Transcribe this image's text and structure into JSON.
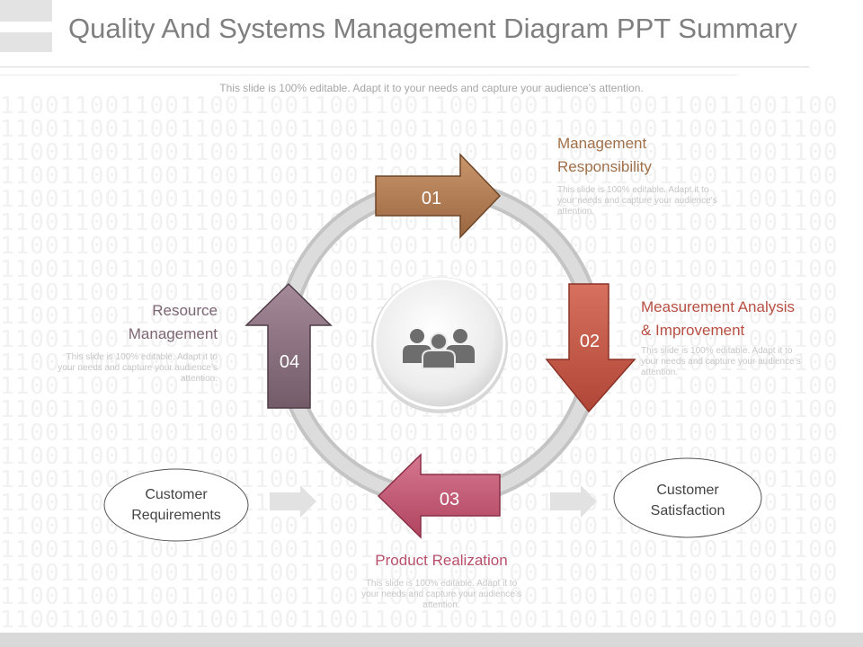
{
  "title": "Quality And Systems Management Diagram PPT Summary",
  "subtitle": "This slide is 100% editable. Adapt it to your needs and capture your audience’s attention.",
  "background_pattern": "11001100110011001100110011001100110011001100110011001100",
  "center_icon": "team-icon",
  "steps": [
    {
      "number": "01",
      "heading_line1": "Management",
      "heading_line2": "Responsibility",
      "desc_line1": "This slide is 100% editable. Adapt it to",
      "desc_line2": "your needs and capture your audience’s",
      "desc_line3": "attention.",
      "color": "#a0704a"
    },
    {
      "number": "02",
      "heading_line1": "Measurement Analysis",
      "heading_line2": "& Improvement",
      "desc_line1": "This slide is 100% editable. Adapt it to",
      "desc_line2": "your needs and capture your audience’s",
      "desc_line3": "attention.",
      "color": "#b84f42"
    },
    {
      "number": "03",
      "heading_line1": "Product Realization",
      "desc_line1": "This slide is 100% editable. Adapt it to",
      "desc_line2": "your needs and capture your audience’s",
      "desc_line3": "attention.",
      "color": "#b8506b"
    },
    {
      "number": "04",
      "heading_line1": "Resource",
      "heading_line2": "Management",
      "desc_line1": "This slide is 100% editable. Adapt it to",
      "desc_line2": "your needs and capture your audience’s",
      "desc_line3": "attention.",
      "color": "#7d6673"
    }
  ],
  "input": {
    "line1": "Customer",
    "line2": "Requirements"
  },
  "output": {
    "line1": "Customer",
    "line2": "Satisfaction"
  },
  "colors": {
    "title": "#7f7f7f",
    "ring": "#cccccc",
    "flow_arrow": "#e2e2e2"
  }
}
